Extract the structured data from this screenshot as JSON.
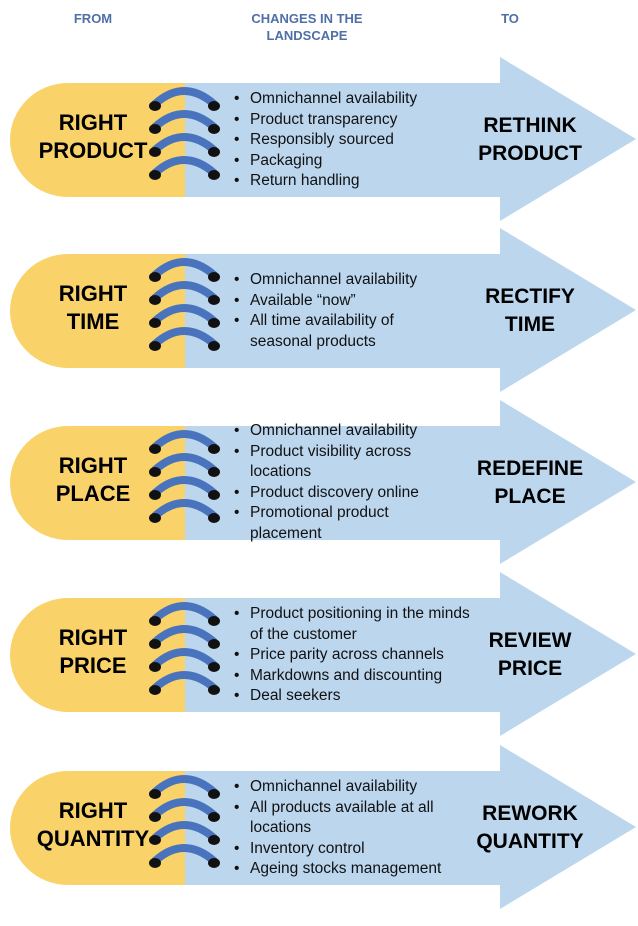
{
  "headers": {
    "from": "FROM",
    "changes": "CHANGES IN THE LANDSCAPE",
    "to": "TO"
  },
  "rows": [
    {
      "from": [
        "RIGHT",
        "PRODUCT"
      ],
      "to": [
        "RETHINK",
        "PRODUCT"
      ],
      "changes": [
        "Omnichannel availability",
        "Product transparency",
        "Responsibly sourced",
        "Packaging",
        "Return handling"
      ]
    },
    {
      "from": [
        "RIGHT",
        "TIME"
      ],
      "to": [
        "RECTIFY",
        "TIME"
      ],
      "changes": [
        "Omnichannel availability",
        "Available “now”",
        "All time availability of seasonal products"
      ]
    },
    {
      "from": [
        "RIGHT",
        "PLACE"
      ],
      "to": [
        "REDEFINE",
        "PLACE"
      ],
      "changes": [
        "Omnichannel availability",
        "Product visibility across locations",
        "Product discovery online",
        "Promotional product placement"
      ]
    },
    {
      "from": [
        "RIGHT",
        "PRICE"
      ],
      "to": [
        "REVIEW",
        "PRICE"
      ],
      "changes": [
        "Product positioning in the minds of the customer",
        "Price parity across channels",
        "Markdowns and discounting",
        "Deal seekers"
      ]
    },
    {
      "from": [
        "RIGHT",
        "QUANTITY"
      ],
      "to": [
        "REWORK",
        "QUANTITY"
      ],
      "changes": [
        "Omnichannel availability",
        "All products available at all locations",
        "Inventory control",
        "Ageing stocks management"
      ]
    }
  ],
  "colors": {
    "from_shape": "#f9d26a",
    "arrow": "#bcd6ee",
    "link": "#4a73bd",
    "dot": "#111111",
    "header": "#4f6fa8"
  }
}
